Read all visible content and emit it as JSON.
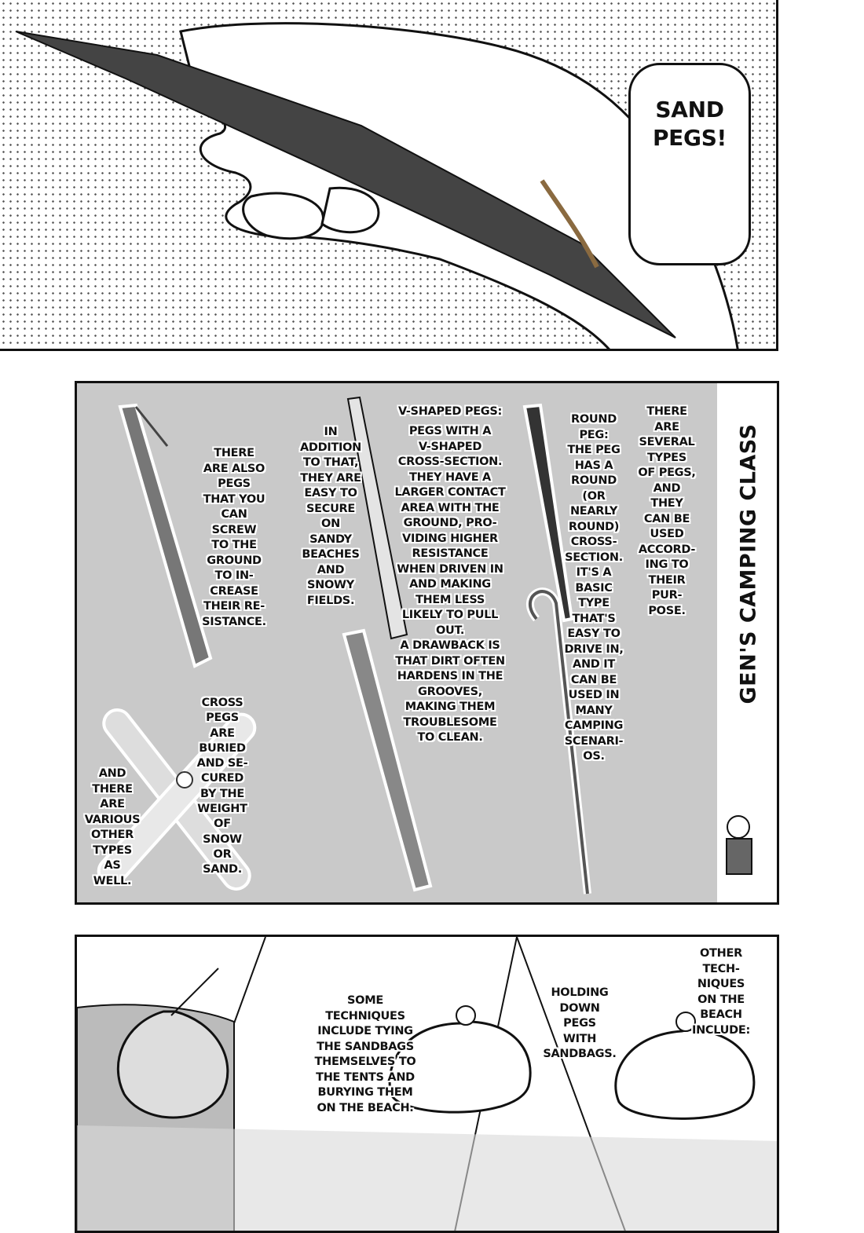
{
  "panel1": {
    "speech": "SAND\nPEGS!"
  },
  "panel2": {
    "side_title": "GEN'S CAMPING CLASS",
    "captions": {
      "screw_pegs": "THERE\nARE ALSO\nPEGS\nTHAT YOU\nCAN\nSCREW\nTO THE\nGROUND\nTO IN-\nCREASE\nTHEIR RE-\nSISTANCE.",
      "in_addition": "IN\nADDITION\nTO THAT,\nTHEY ARE\nEASY TO\nSECURE\nON\nSANDY\nBEACHES\nAND\nSNOWY\nFIELDS.",
      "v_shaped_title": "V-SHAPED PEGS:",
      "v_shaped_body": "PEGS WITH A\nV-SHAPED\nCROSS-SECTION.\nTHEY HAVE A\nLARGER CONTACT\nAREA WITH THE\nGROUND, PRO-\nVIDING HIGHER\nRESISTANCE\nWHEN DRIVEN IN\nAND MAKING\nTHEM LESS\nLIKELY TO PULL\nOUT.\nA DRAWBACK IS\nTHAT DIRT OFTEN\nHARDENS IN THE\nGROOVES,\nMAKING THEM\nTROUBLESOME\nTO CLEAN.",
      "round_peg": "ROUND\nPEG:\nTHE PEG\nHAS A\nROUND\n(OR\nNEARLY\nROUND)\nCROSS-\nSECTION.\nIT'S A\nBASIC\nTYPE\nTHAT'S\nEASY TO\nDRIVE IN,\nAND IT\nCAN BE\nUSED IN\nMANY\nCAMPING\nSCENARI-\nOS.",
      "several_types": "THERE\nARE\nSEVERAL\nTYPES\nOF PEGS,\nAND\nTHEY\nCAN BE\nUSED\nACCORD-\nING TO\nTHEIR\nPUR-\nPOSE.",
      "cross_pegs": "CROSS\nPEGS\nARE\nBURIED\nAND SE-\nCURED\nBY THE\nWEIGHT\nOF\nSNOW\nOR\nSAND.",
      "other_types": "AND\nTHERE\nARE\nVARIOUS\nOTHER\nTYPES\nAS\nWELL."
    }
  },
  "panel3": {
    "captions": {
      "tying_sandbags": "SOME\nTECHNIQUES\nINCLUDE TYING\nTHE SANDBAGS\nTHEMSELVES TO\nTHE TENTS AND\nBURYING THEM\nON THE BEACH.",
      "holding_down": "HOLDING\nDOWN\nPEGS\nWITH\nSANDBAGS.",
      "other_techniques": "OTHER\nTECH-\nNIQUES\nON THE\nBEACH\nINCLUDE:"
    }
  },
  "colors": {
    "panel_gray": "#c9c9c9",
    "ink": "#111111"
  }
}
